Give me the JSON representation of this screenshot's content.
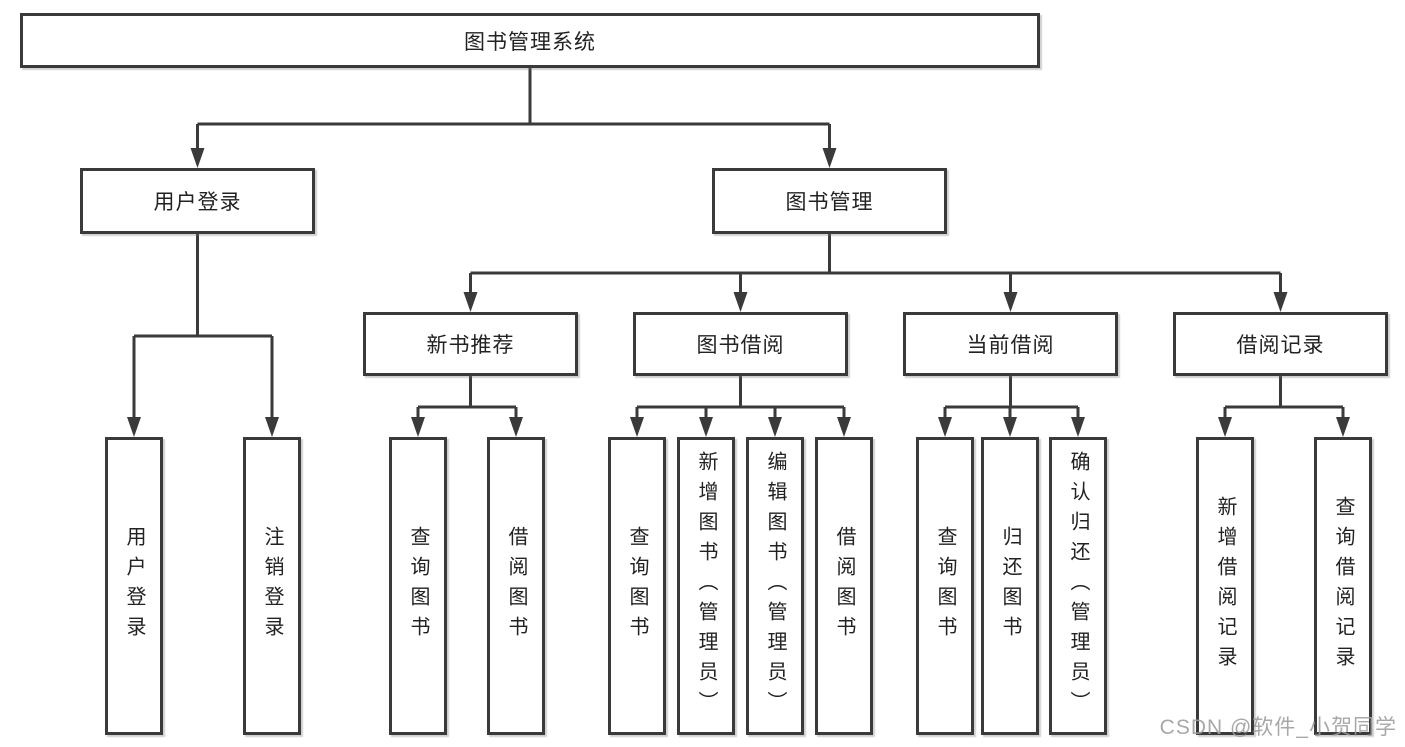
{
  "diagram": {
    "title": "图书管理系统",
    "watermark": "CSDN @软件_小贺同学"
  },
  "colors": {
    "line": "#3a3a3a",
    "text": "#222222",
    "box_background": "#ffffff",
    "watermark": "#9e9e9e"
  },
  "nodes": [
    {
      "id": "root",
      "label": "图书管理系统",
      "level": 1,
      "parent": null
    },
    {
      "id": "user-login",
      "label": "用户登录",
      "level": 2,
      "parent": "root"
    },
    {
      "id": "book-management",
      "label": "图书管理",
      "level": 2,
      "parent": "root"
    },
    {
      "id": "new-book-recommend",
      "label": "新书推荐",
      "level": 3,
      "parent": "book-management"
    },
    {
      "id": "book-borrowing",
      "label": "图书借阅",
      "level": 3,
      "parent": "book-management"
    },
    {
      "id": "current-borrowing",
      "label": "当前借阅",
      "level": 3,
      "parent": "book-management"
    },
    {
      "id": "borrowing-records",
      "label": "借阅记录",
      "level": 3,
      "parent": "book-management"
    },
    {
      "id": "leaf-user-login",
      "label": "用户登录",
      "level": 4,
      "parent": "user-login"
    },
    {
      "id": "leaf-logout",
      "label": "注销登录",
      "level": 4,
      "parent": "user-login"
    },
    {
      "id": "leaf-query-books-1",
      "label": "查询图书",
      "level": 4,
      "parent": "new-book-recommend"
    },
    {
      "id": "leaf-borrow-books-1",
      "label": "借阅图书",
      "level": 4,
      "parent": "new-book-recommend"
    },
    {
      "id": "leaf-query-books-2",
      "label": "查询图书",
      "level": 4,
      "parent": "book-borrowing"
    },
    {
      "id": "leaf-add-books-admin",
      "label": "新增图书（管理员）",
      "level": 4,
      "parent": "book-borrowing"
    },
    {
      "id": "leaf-edit-books-admin",
      "label": "编辑图书（管理员）",
      "level": 4,
      "parent": "book-borrowing"
    },
    {
      "id": "leaf-borrow-books-2",
      "label": "借阅图书",
      "level": 4,
      "parent": "book-borrowing"
    },
    {
      "id": "leaf-query-books-3",
      "label": "查询图书",
      "level": 4,
      "parent": "current-borrowing"
    },
    {
      "id": "leaf-return-books",
      "label": "归还图书",
      "level": 4,
      "parent": "current-borrowing"
    },
    {
      "id": "leaf-confirm-return-admin",
      "label": "确认归还（管理员）",
      "level": 4,
      "parent": "current-borrowing"
    },
    {
      "id": "leaf-add-borrow-record",
      "label": "新增借阅记录",
      "level": 4,
      "parent": "borrowing-records"
    },
    {
      "id": "leaf-query-borrow-record",
      "label": "查询借阅记录",
      "level": 4,
      "parent": "borrowing-records"
    }
  ]
}
